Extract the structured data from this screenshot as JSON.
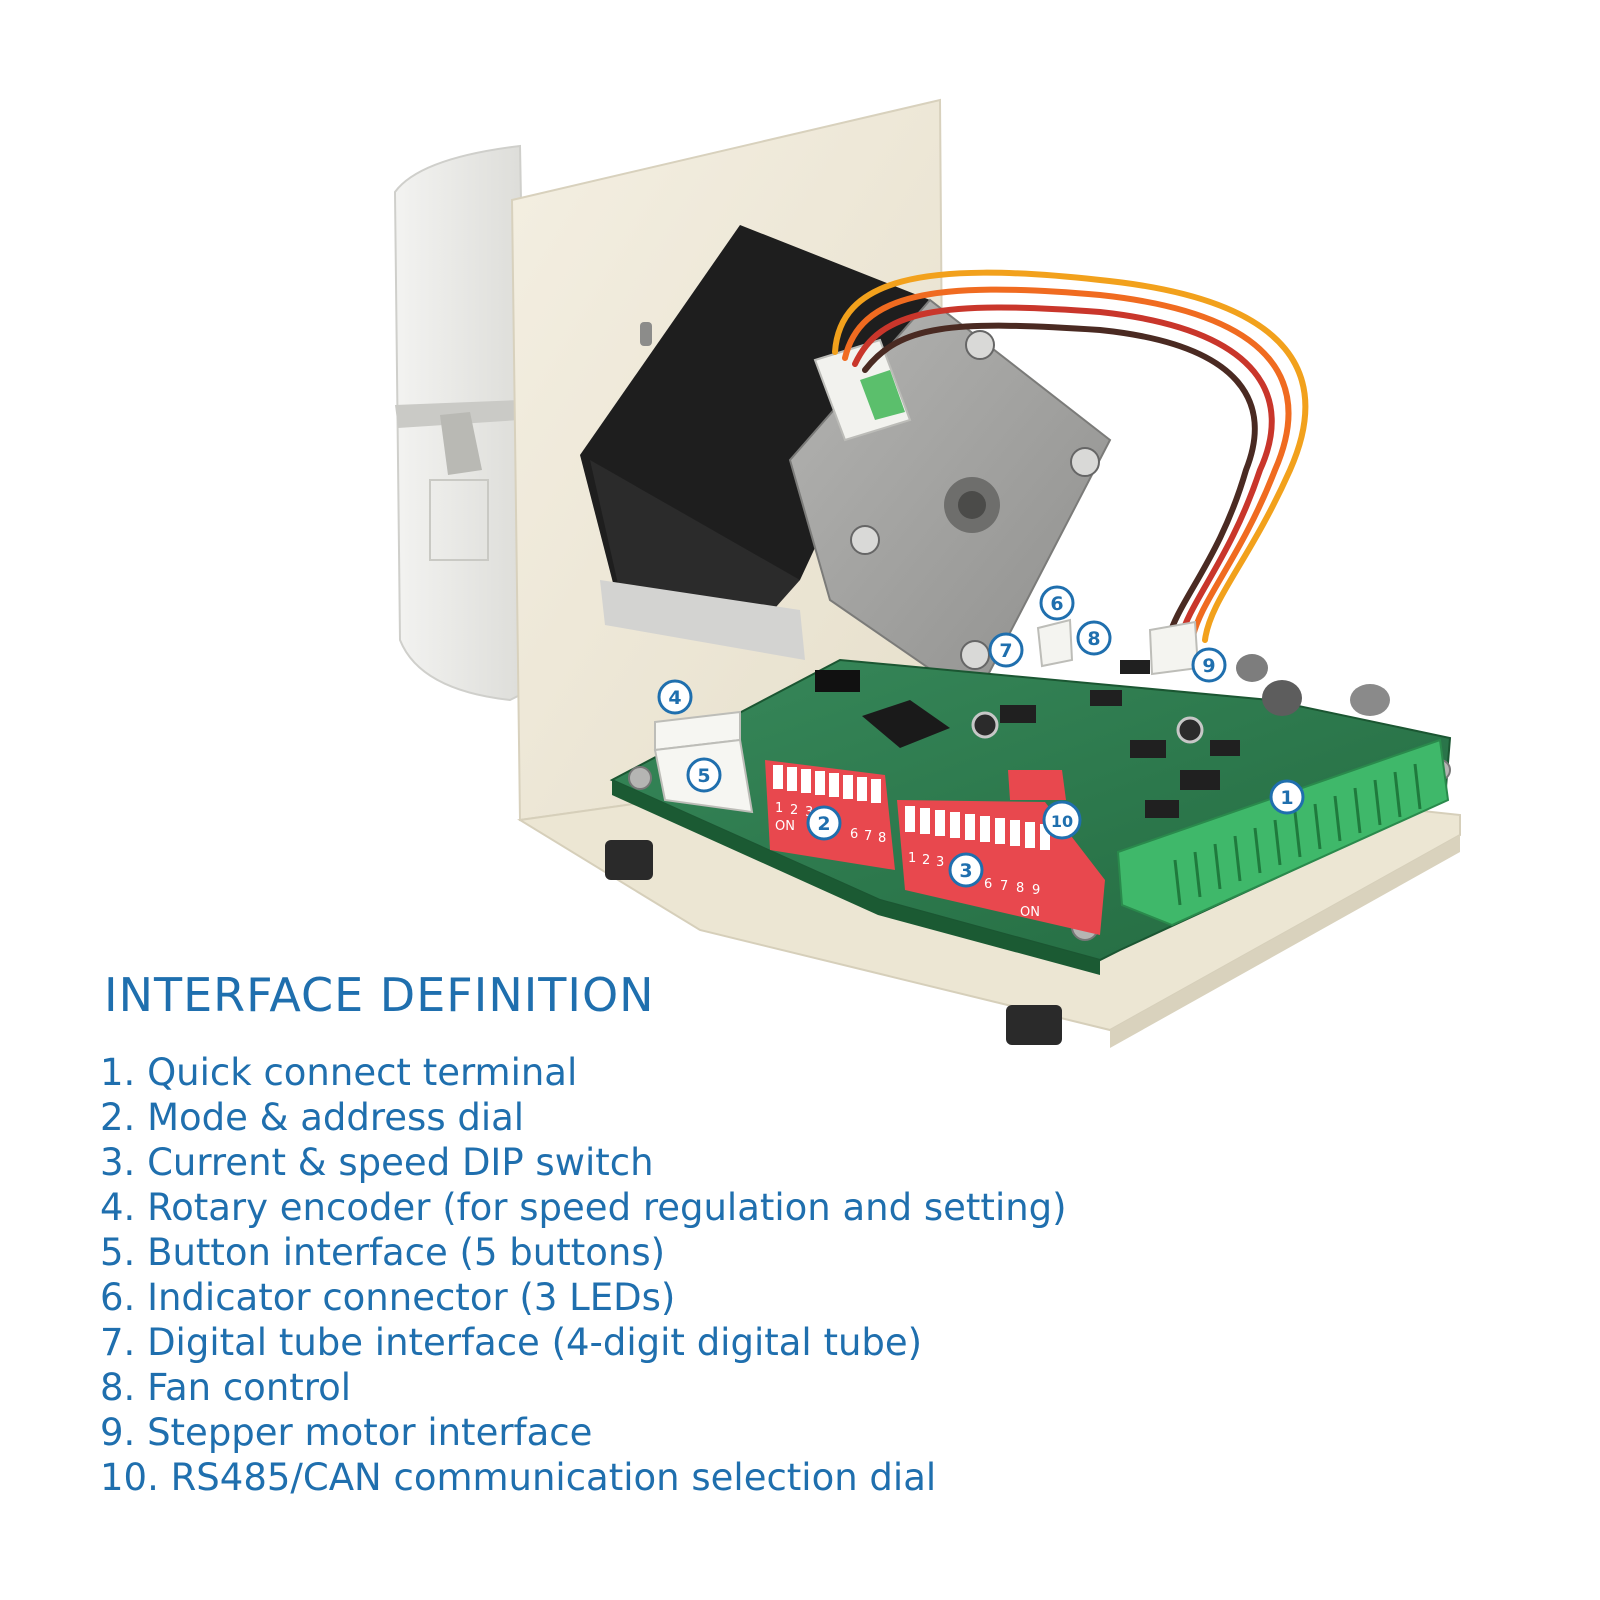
{
  "heading": "INTERFACE DEFINITION",
  "items": [
    "1. Quick connect terminal",
    "2. Mode & address dial",
    "3. Current & speed DIP switch",
    "4. Rotary encoder (for speed regulation and setting)",
    "5. Button interface (5 buttons)",
    "6. Indicator connector (3 LEDs)",
    "7. Digital tube interface (4-digit digital tube)",
    "8. Fan control",
    "9. Stepper motor interface",
    "10. RS485/CAN communication selection dial"
  ],
  "markers": [
    "1",
    "2",
    "3",
    "4",
    "5",
    "6",
    "7",
    "8",
    "9",
    "10"
  ],
  "dip_labels": {
    "switch2_numbers": [
      "1",
      "2",
      "3",
      "6",
      "7",
      "8"
    ],
    "switch2_on": "ON",
    "switch3_numbers": [
      "1",
      "2",
      "3",
      "6",
      "7",
      "8",
      "9"
    ],
    "switch3_on": "ON"
  },
  "colors": {
    "text": "#1f6fae",
    "pcb": "#2e7d4f",
    "dip": "#e8484e",
    "terminal": "#3fb86a",
    "bracket": "#efe9d8"
  }
}
